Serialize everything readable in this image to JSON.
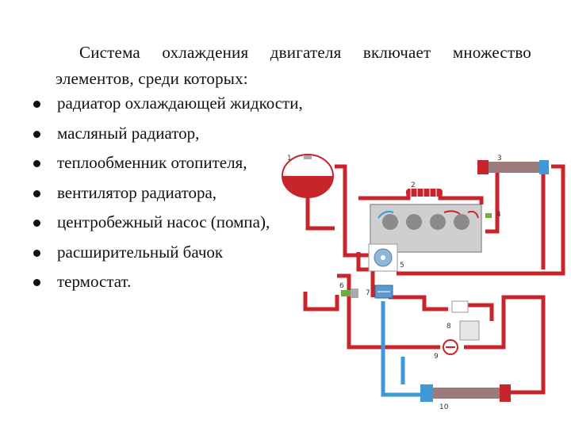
{
  "intro": {
    "line1": "Система охлаждения двигателя включает множество",
    "line2": "элементов, среди которых:"
  },
  "bullets": [
    "радиатор охлаждающей жидкости,",
    "масляный радиатор,",
    "теплообменник отопителя,",
    "вентилятор радиатора,",
    "центробежный насос (помпа),",
    "расширительный бачок",
    "термостат."
  ],
  "diagram": {
    "labels": [
      "1",
      "2",
      "3",
      "4",
      "5",
      "6",
      "7",
      "8",
      "9",
      "10"
    ],
    "colors": {
      "hot": "#c8242b",
      "cold": "#3d9ad6",
      "engine": "#cfcfcf"
    }
  }
}
